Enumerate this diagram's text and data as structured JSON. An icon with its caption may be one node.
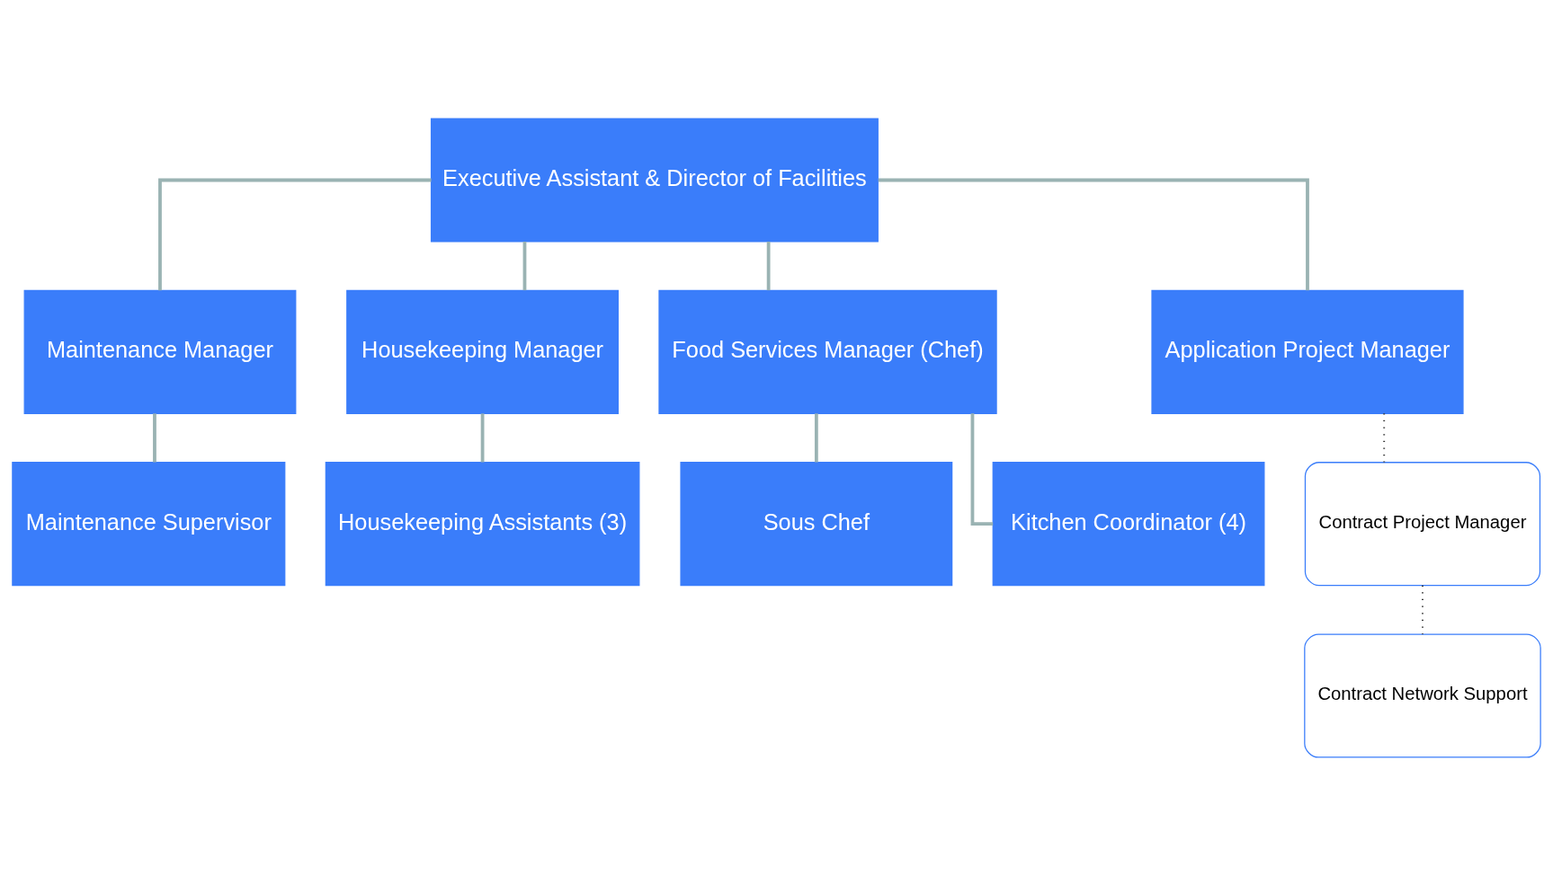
{
  "diagram": {
    "nodes": [
      {
        "text": [
          "Executive Assistant & Director of Facilities"
        ]
      },
      {
        "text": [
          "Maintenance Manager"
        ]
      },
      {
        "text": [
          "Housekeeping Manager"
        ]
      },
      {
        "text": [
          "Food Services Manager (Chef)"
        ]
      },
      {
        "text": [
          "Application Project Manager"
        ]
      },
      {
        "text": [
          "Maintenance Supervisor"
        ]
      },
      {
        "text": [
          "Housekeeping Assistants (3)"
        ]
      },
      {
        "text": [
          "Sous Chef"
        ]
      },
      {
        "text": [
          "Kitchen Coordinator (4)"
        ]
      },
      {
        "text": [
          "Contract Project Manager"
        ]
      },
      {
        "text": [
          "Contract Network Support"
        ]
      }
    ],
    "edges": [
      {
        "from": 0,
        "to": 1,
        "arrow": "none"
      },
      {
        "from": 0,
        "to": 2,
        "arrow": "none"
      },
      {
        "from": 0,
        "to": 3,
        "arrow": "none"
      },
      {
        "from": 0,
        "to": 4,
        "arrow": "none"
      },
      {
        "from": 1,
        "to": 5,
        "arrow": "none"
      },
      {
        "from": 2,
        "to": 6,
        "arrow": "none"
      },
      {
        "from": 3,
        "to": 7,
        "arrow": "none"
      },
      {
        "from": 3,
        "to": 8,
        "arrow": "none"
      },
      {
        "from": 4,
        "to": 9,
        "arrow": "none",
        "style": "dashed",
        "color": "#333333"
      },
      {
        "from": 9,
        "to": 10,
        "arrow": "none",
        "style": "dashed",
        "color": "#333333"
      }
    ]
  }
}
